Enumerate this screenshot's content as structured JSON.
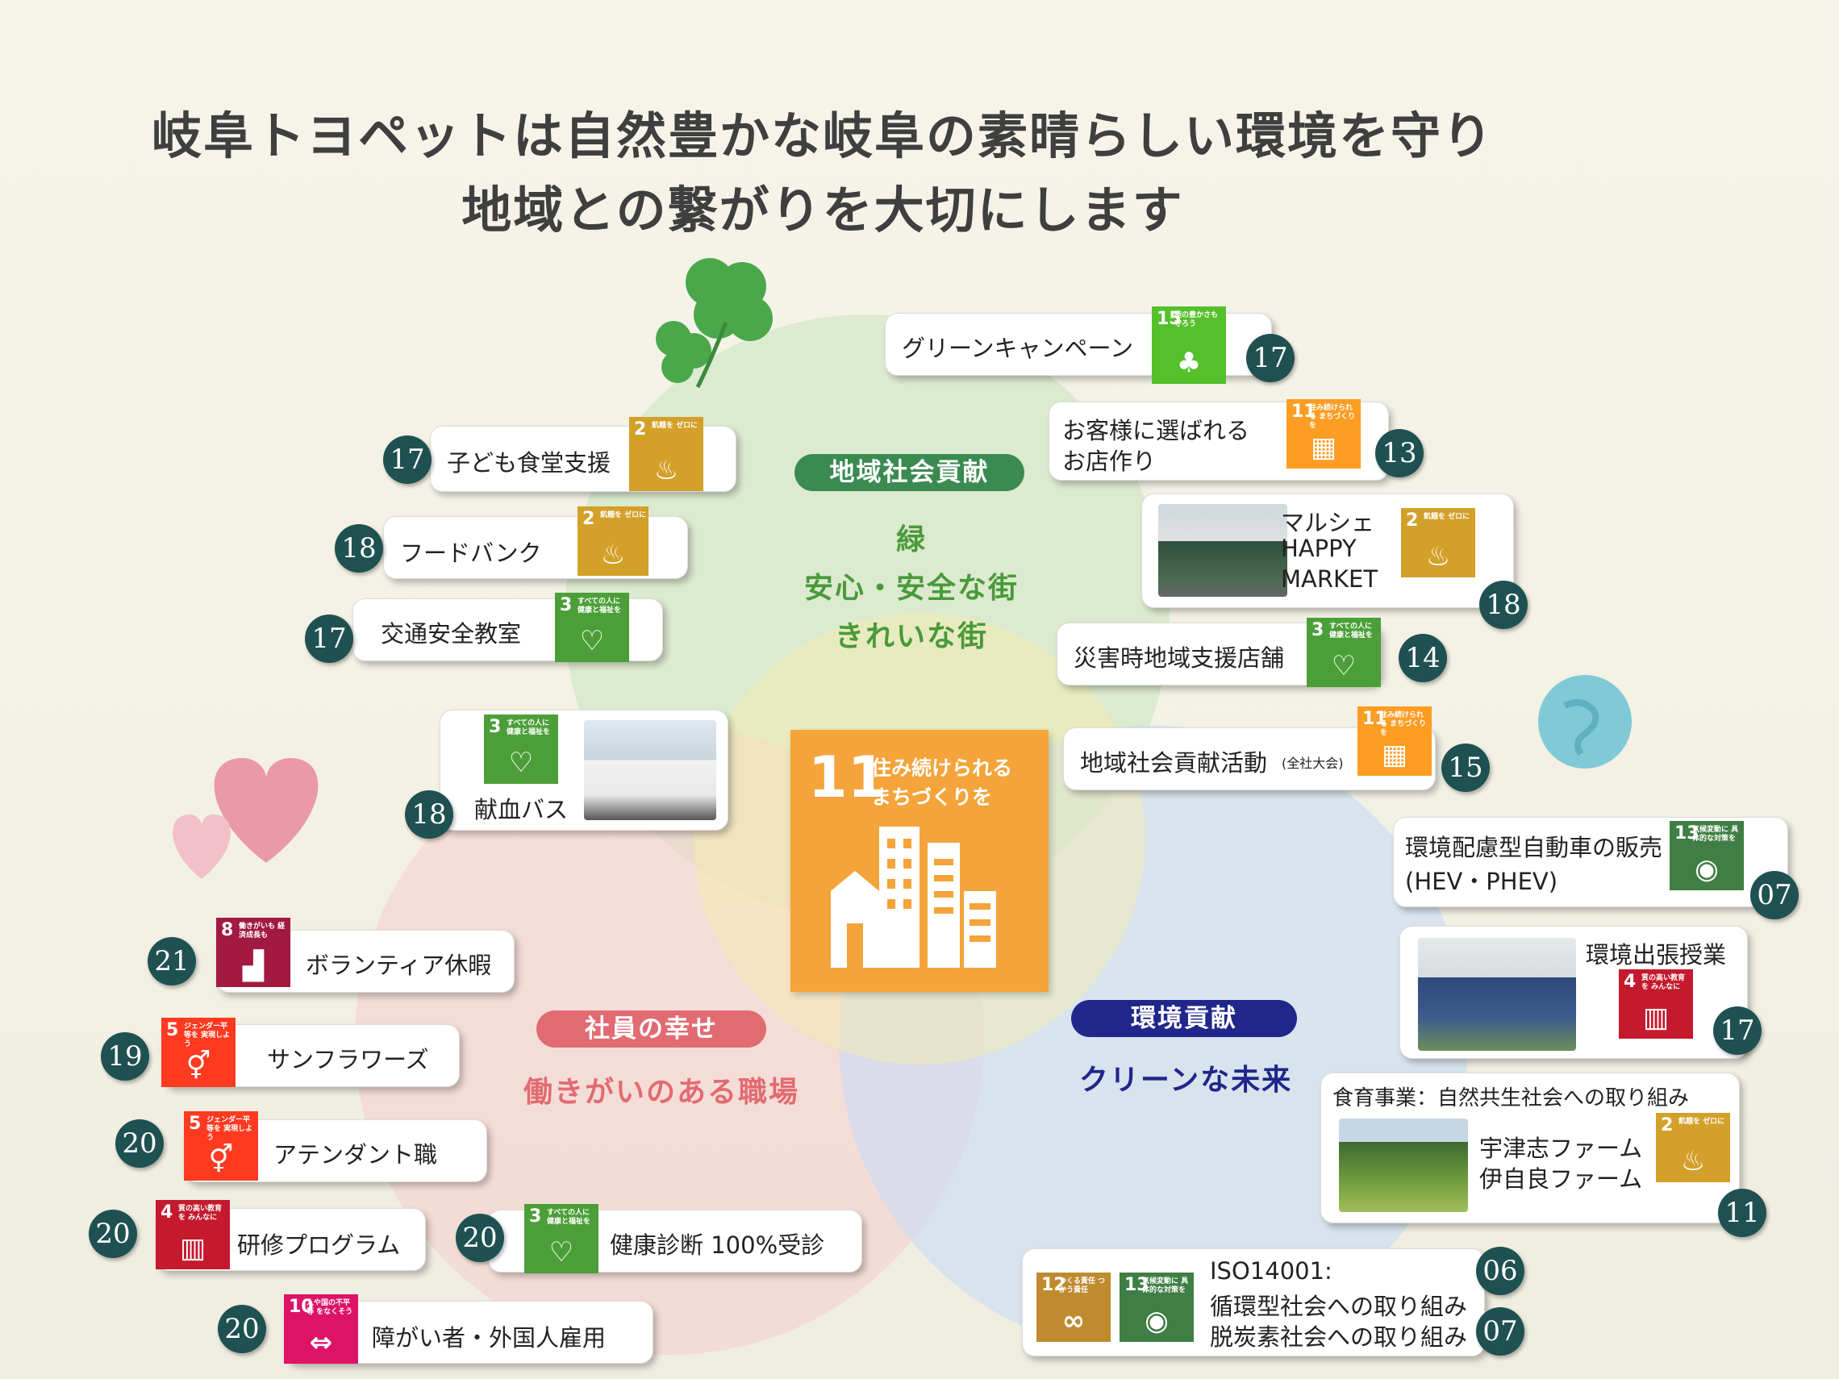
{
  "header": {
    "line1": "岐阜トヨペットは自然豊かな岐阜の素晴らしい環境を守り",
    "line2": "地域との繋がりを大切にします"
  },
  "colors": {
    "sdg2": "#d3a029",
    "sdg3": "#4c9f38",
    "sdg4": "#c5192d",
    "sdg5": "#ff3a21",
    "sdg8": "#a21942",
    "sdg10": "#dd1367",
    "sdg11": "#fd9d24",
    "sdg12": "#bf8b2e",
    "sdg13": "#3f7e44",
    "sdg15": "#56c02b",
    "number_badge": "#1f5152"
  },
  "center_goal": {
    "number": "11",
    "text_line1": "住み続けられる",
    "text_line2": "まちづくりを"
  },
  "sections": {
    "community": {
      "label": "地域社会貢献",
      "line1": "緑",
      "line2": "安心・安全な街",
      "line3": "きれいな街"
    },
    "employee": {
      "label": "社員の幸せ",
      "line1": "働きがいのある職場"
    },
    "environment": {
      "label": "環境貢献",
      "line1": "クリーンな未来"
    }
  },
  "sdg_small": {
    "g2": "飢餓を ゼロに",
    "g3": "すべての人に 健康と福祉を",
    "g4": "質の高い教育を みんなに",
    "g5": "ジェンダー平等を 実現しよう",
    "g8": "働きがいも 経済成長も",
    "g10": "人や国の不平等 をなくそう",
    "g11": "住み続けられる まちづくりを",
    "g12": "つくる責任 つかう責任",
    "g13": "気候変動に 具体的な対策を",
    "g15": "陸の豊かさも 守ろう"
  },
  "items": {
    "green_campaign": {
      "label": "グリーンキャンペーン",
      "goal": "15",
      "num": "17"
    },
    "customer_store": {
      "label1": "お客様に選ばれる",
      "label2": "お店作り",
      "goal": "11",
      "num": "13"
    },
    "marche": {
      "label1": "マルシェ",
      "label2": "HAPPY",
      "label3": "MARKET",
      "goal": "2",
      "num": "18"
    },
    "disaster": {
      "label": "災害時地域支援店舗",
      "goal": "3",
      "num": "14"
    },
    "community_activity": {
      "label": "地域社会貢献活動",
      "sub": "(全社大会)",
      "goal": "11",
      "num": "15"
    },
    "kids_cafeteria": {
      "label": "子ども食堂支援",
      "goal": "2",
      "num": "17"
    },
    "food_bank": {
      "label": "フードバンク",
      "goal": "2",
      "num": "18"
    },
    "traffic_safety": {
      "label": "交通安全教室",
      "goal": "3",
      "num": "17"
    },
    "blood_bus": {
      "label": "献血バス",
      "goal": "3",
      "num": "18"
    },
    "volunteer_leave": {
      "label": "ボランティア休暇",
      "goal": "8",
      "num": "21"
    },
    "sunflowers": {
      "label": "サンフラワーズ",
      "goal": "5",
      "num": "19"
    },
    "attendant": {
      "label": "アテンダント職",
      "goal": "5",
      "num": "20"
    },
    "training": {
      "label": "研修プログラム",
      "goal": "4",
      "num": "20"
    },
    "health_check": {
      "label": "健康診断 100%受診",
      "goal": "3",
      "num": "20"
    },
    "employment": {
      "label": "障がい者・外国人雇用",
      "goal": "10",
      "num": "20"
    },
    "eco_car": {
      "label1": "環境配慮型自動車の販売",
      "label2": "(HEV・PHEV)",
      "goal": "13",
      "num": "07"
    },
    "env_class": {
      "label": "環境出張授業",
      "goal": "4",
      "num": "17"
    },
    "food_education": {
      "label": "食育事業：自然共生社会への取り組み",
      "label2": "宇津志ファーム",
      "label3": "伊自良ファーム",
      "goal": "2",
      "num": "11"
    },
    "iso": {
      "label1": "ISO14001:",
      "label2": "循環型社会への取り組み",
      "label3": "脱炭素社会への取り組み",
      "goal1": "12",
      "goal2": "13",
      "num1": "06",
      "num2": "07"
    }
  }
}
